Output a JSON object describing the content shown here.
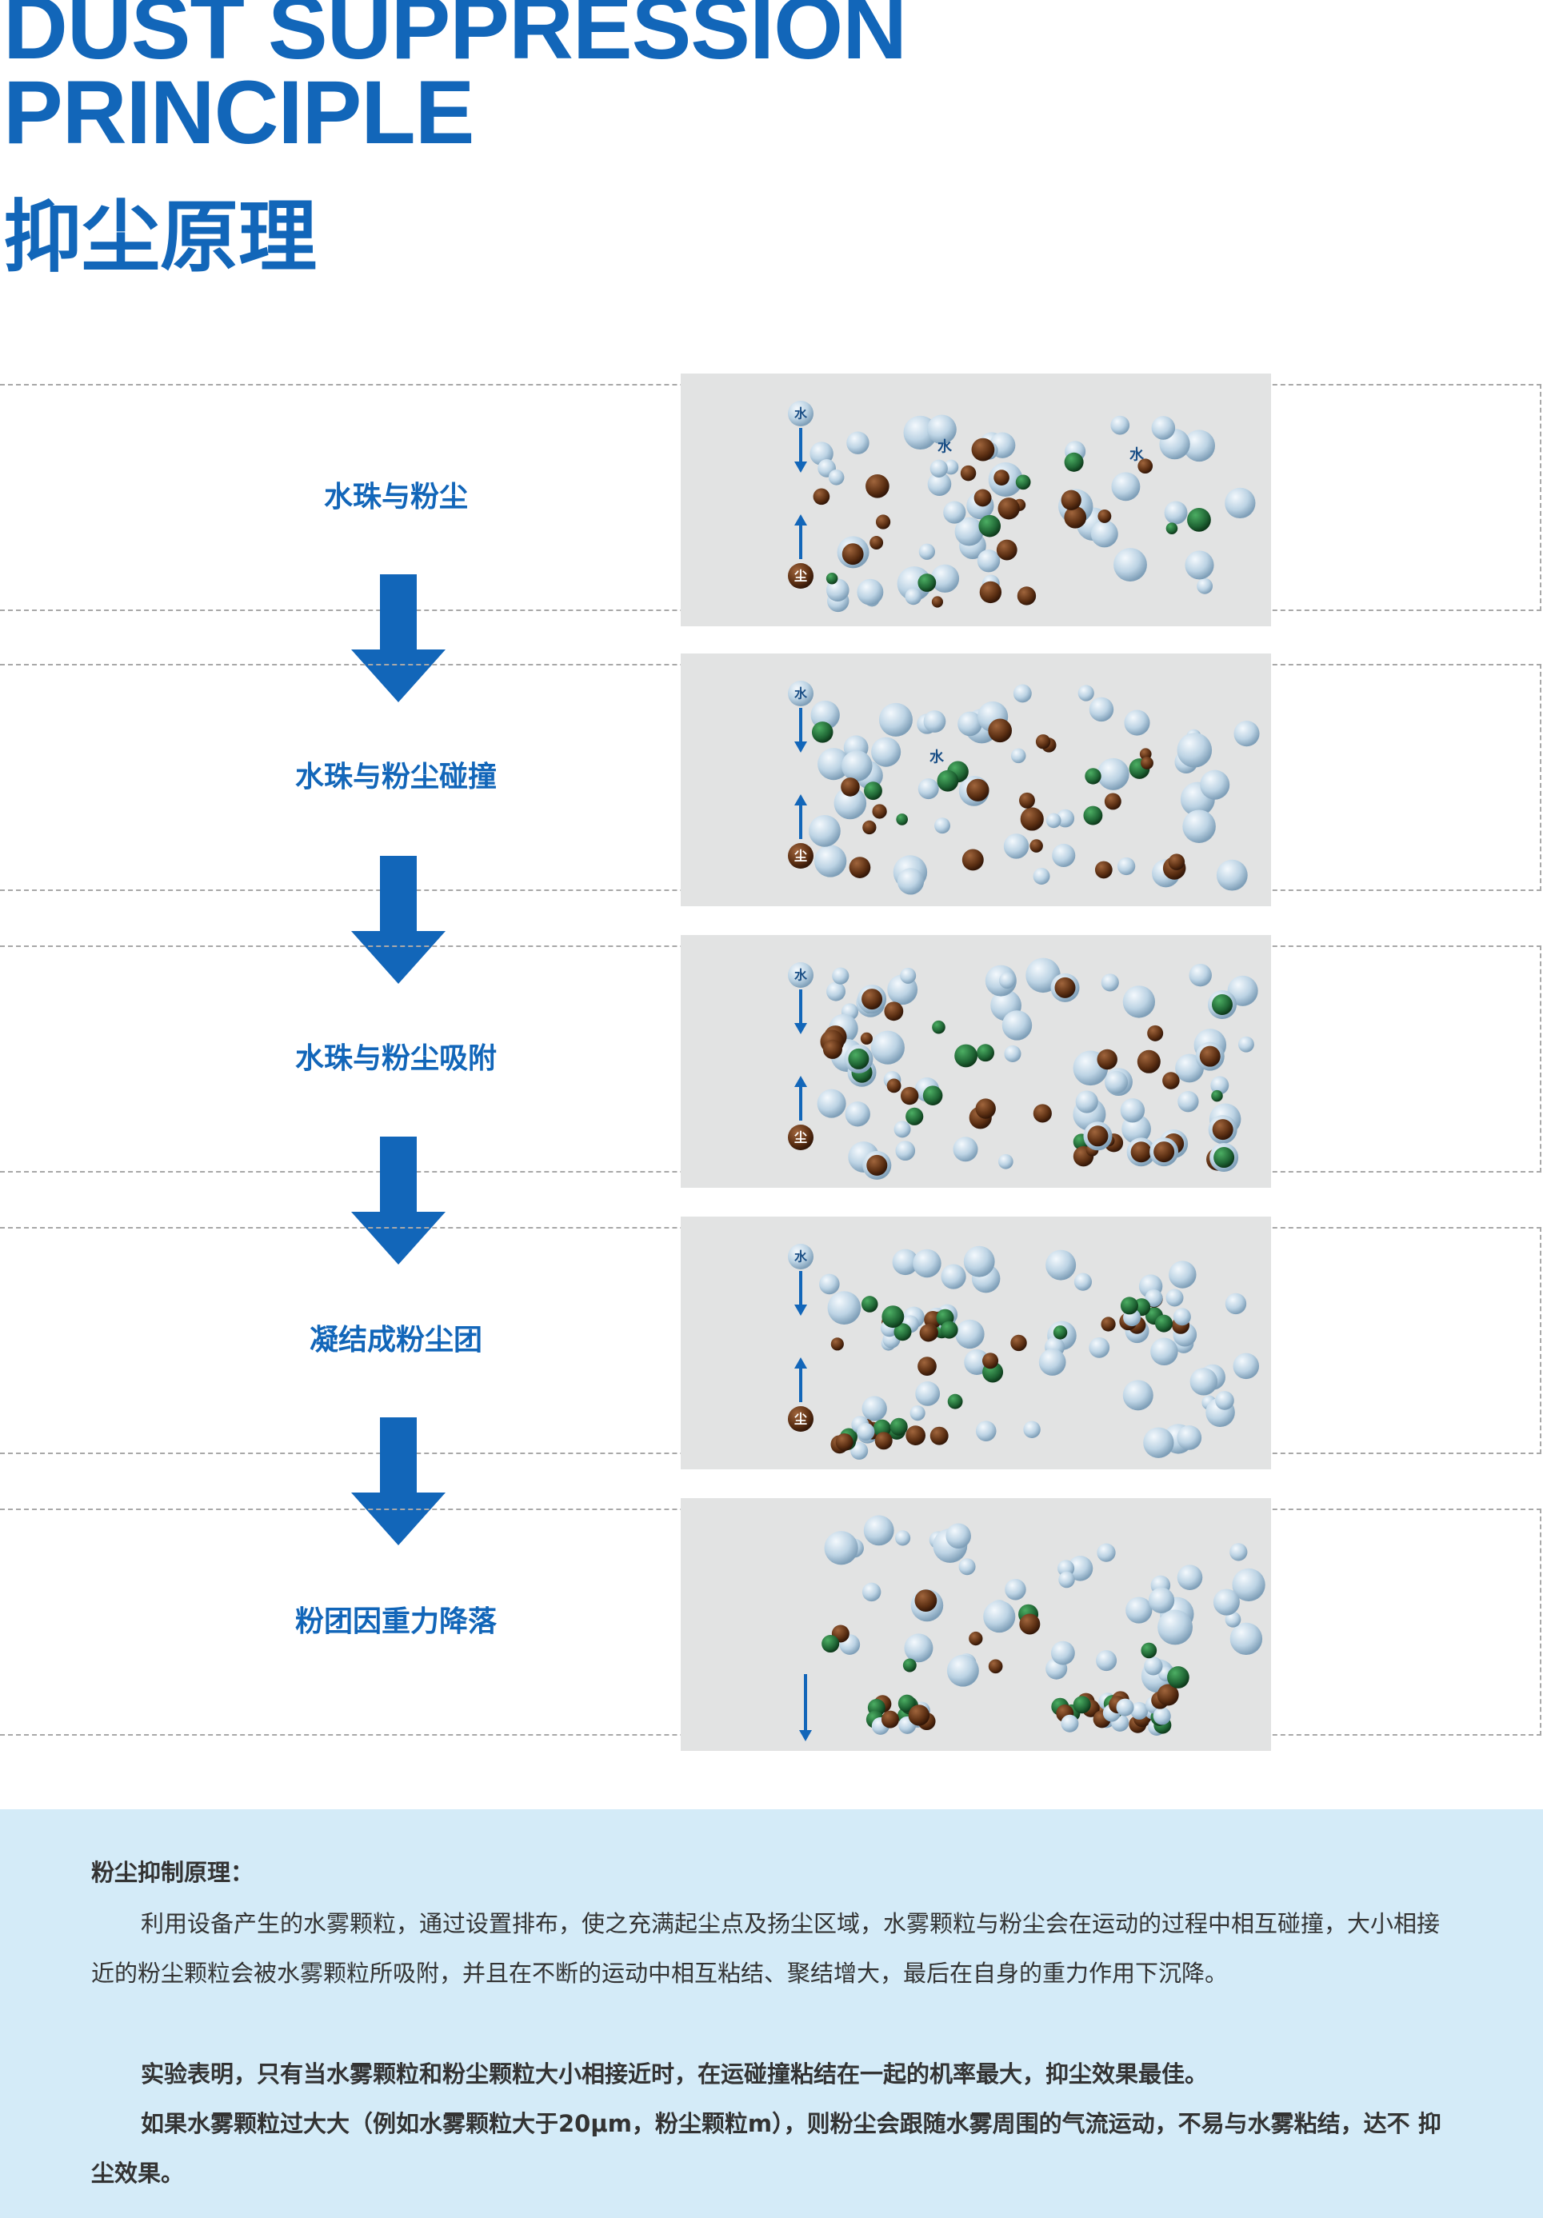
{
  "header": {
    "title_en": "DUST SUPPRESSION\nPRINCIPLE",
    "title_cn": "抑尘原理"
  },
  "colors": {
    "accent": "#1266b9",
    "panel": "#e2e3e3",
    "note_bg": "#d4ebf8",
    "dust": "#6b3a1c",
    "dust_wet": "#2e7d43",
    "water": "#b9d1e2"
  },
  "stages": [
    {
      "label": "水珠与粉尘",
      "water_marker": "水",
      "dust_marker": "尘",
      "water_labels": [
        "水",
        "水"
      ],
      "icons": [
        "water-droplet-icon",
        "dust-particle-icon"
      ]
    },
    {
      "label": "水珠与粉尘碰撞",
      "water_marker": "水",
      "dust_marker": "尘",
      "water_labels": [
        "水"
      ],
      "icons": [
        "water-droplet-icon",
        "dust-particle-icon"
      ]
    },
    {
      "label": "水珠与粉尘吸附",
      "water_marker": "水",
      "dust_marker": "尘",
      "water_labels": [],
      "icons": [
        "water-droplet-icon",
        "dust-particle-icon"
      ]
    },
    {
      "label": "凝结成粉尘团",
      "water_marker": "水",
      "dust_marker": "尘",
      "water_labels": [],
      "icons": [
        "water-droplet-icon",
        "dust-cluster-icon"
      ]
    },
    {
      "label": "粉团因重力降落",
      "water_marker": "",
      "dust_marker": "",
      "water_labels": [],
      "icons": [
        "water-droplet-icon",
        "dust-cluster-icon"
      ]
    }
  ],
  "note": {
    "heading": "粉尘抑制原理：",
    "p1": "利用设备产生的水雾颗粒，通过设置排布，使之充满起尘点及扬尘区域，水雾颗粒与粉尘会在运动的过程中相互碰撞，大小相接近的粉尘颗粒会被水雾颗粒所吸附，并且在不断的运动中相互粘结、聚结增大，最后在自身的重力作用下沉降。",
    "p2": "实验表明，只有当水雾颗粒和粉尘颗粒大小相接近时，在运碰撞粘结在一起的机率最大，抑尘效果最佳。",
    "p3": "如果水雾颗粒过大大（例如水雾颗粒大于20μm，粉尘颗粒m），则粉尘会跟随水雾周围的气流运动，不易与水雾粘结，达不 抑尘效果。"
  }
}
